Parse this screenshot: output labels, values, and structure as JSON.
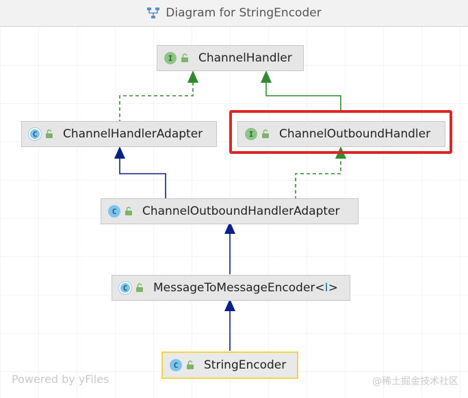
{
  "window": {
    "title": "Diagram for StringEncoder",
    "title_icon": "diagram-icon"
  },
  "nodes": {
    "channel_handler": {
      "label": "ChannelHandler",
      "kind": "interface"
    },
    "channel_handler_adapter": {
      "label": "ChannelHandlerAdapter",
      "kind": "abstract-class"
    },
    "channel_outbound_handler": {
      "label": "ChannelOutboundHandler",
      "kind": "interface"
    },
    "channel_outbound_handler_adapter": {
      "label": "ChannelOutboundHandlerAdapter",
      "kind": "class"
    },
    "message_to_message_encoder": {
      "label": "MessageToMessageEncoder<",
      "generic": "I",
      "label_end": ">",
      "kind": "abstract-class"
    },
    "string_encoder": {
      "label": "StringEncoder",
      "kind": "class",
      "selected": true
    }
  },
  "badges": {
    "interface": "I",
    "class": "C"
  },
  "edges": [
    {
      "from": "channel_handler_adapter",
      "to": "channel_handler",
      "type": "implements"
    },
    {
      "from": "channel_outbound_handler",
      "to": "channel_handler",
      "type": "extends-interface"
    },
    {
      "from": "channel_outbound_handler_adapter",
      "to": "channel_handler_adapter",
      "type": "extends"
    },
    {
      "from": "channel_outbound_handler_adapter",
      "to": "channel_outbound_handler",
      "type": "implements"
    },
    {
      "from": "message_to_message_encoder",
      "to": "channel_outbound_handler_adapter",
      "type": "extends"
    },
    {
      "from": "string_encoder",
      "to": "message_to_message_encoder",
      "type": "extends"
    }
  ],
  "highlighted_node": "channel_outbound_handler",
  "colors": {
    "extends": "#0b1f8a",
    "implements": "#2e8b2e",
    "interface_badge": "#8fc489",
    "class_badge": "#7ec3ec",
    "highlight": "#e02424",
    "selected_border": "#f2d34a"
  },
  "watermarks": {
    "left": "Powered by yFiles",
    "right": "@稀土掘金技术社区"
  }
}
